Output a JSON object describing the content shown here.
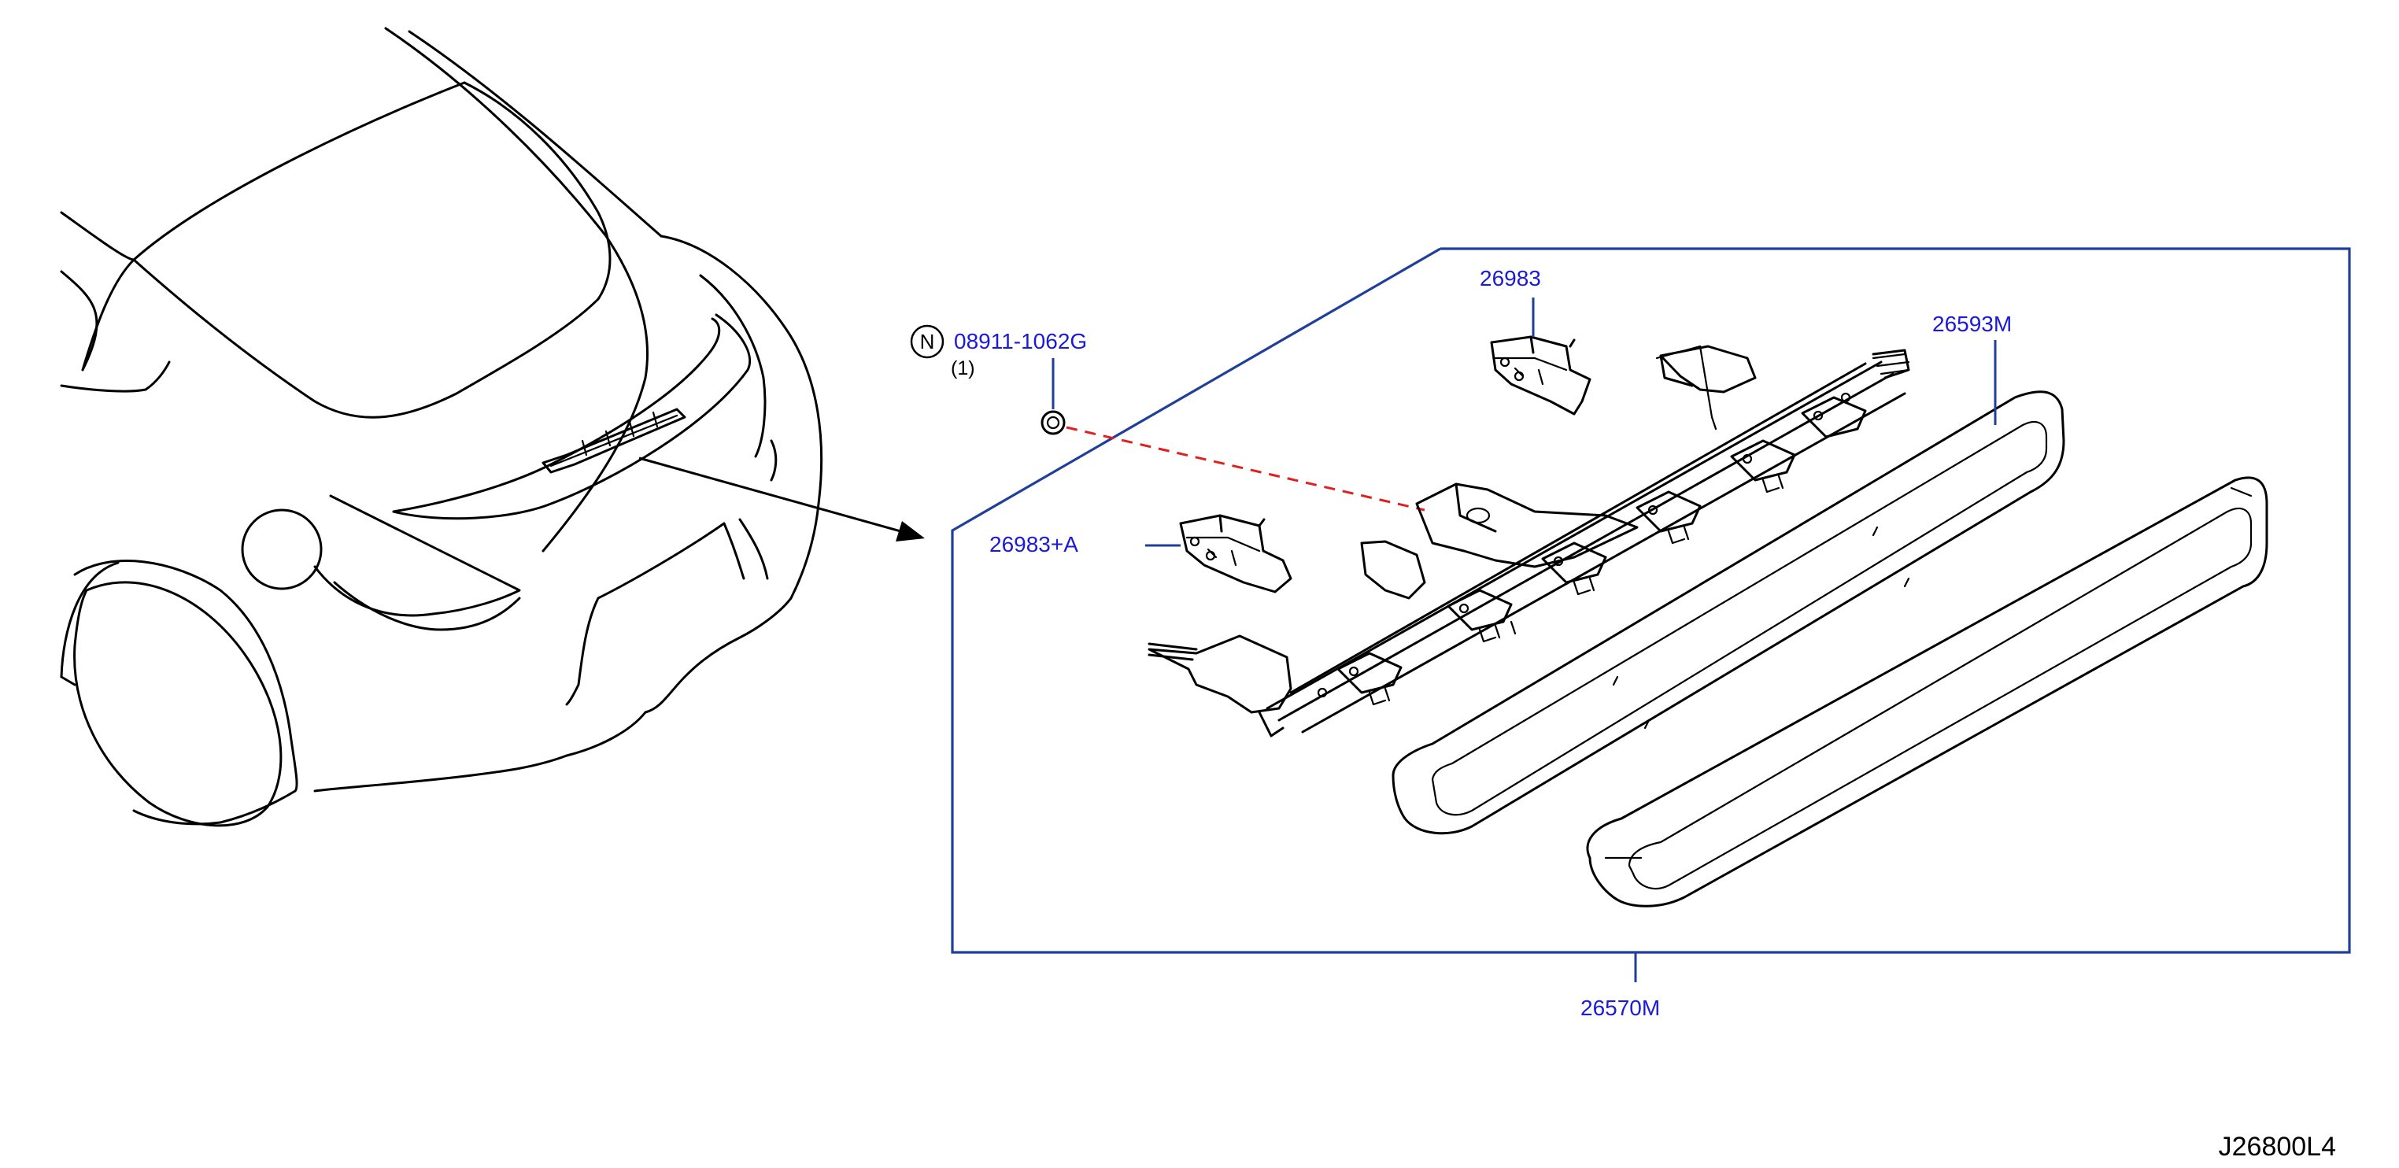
{
  "diagram": {
    "drawing_code": "J26800L4",
    "parts": [
      {
        "id": "nut",
        "number": "08911-1062G",
        "quantity": "(1)",
        "symbol": "N"
      },
      {
        "id": "bracket-upper",
        "number": "26983"
      },
      {
        "id": "bracket-lower",
        "number": "26983+A"
      },
      {
        "id": "lens",
        "number": "26593M"
      },
      {
        "id": "assembly",
        "number": "26570M"
      }
    ],
    "colors": {
      "part_label": "#1a1ad8",
      "frame": "#1f3f9a",
      "dashed_callout": "#e02020",
      "ink": "#000000"
    }
  }
}
